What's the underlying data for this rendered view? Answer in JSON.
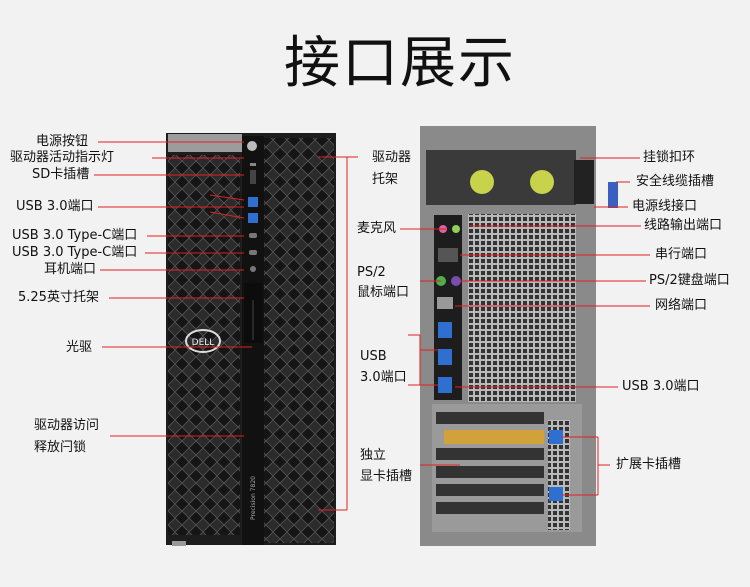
{
  "title": "接口展示",
  "front_labels": {
    "power_button": "电源按钮",
    "drive_activity": "驱动器活动指示灯",
    "sd_slot": "SD卡插槽",
    "usb30": "USB 3.0端口",
    "usb_c_1": "USB 3.0 Type-C端口",
    "usb_c_2": "USB 3.0 Type-C端口",
    "headphone": "耳机端口",
    "bay_525": "5.25英寸托架",
    "optical": "光驱",
    "release_line1": "驱动器访问",
    "release_line2": "释放闩锁",
    "drive_tray_line1": "驱动器",
    "drive_tray_line2": "托架"
  },
  "rear_labels": {
    "mic": "麦克风",
    "ps2_mouse_line1": "PS/2",
    "ps2_mouse_line2": "鼠标端口",
    "usb_left_line1": "USB",
    "usb_left_line2": "3.0端口",
    "gpu_line1": "独立",
    "gpu_line2": "显卡插槽",
    "lock_ring": "挂锁扣环",
    "cable_slot": "安全线缆插槽",
    "power_conn": "电源线接口",
    "line_out": "线路输出端口",
    "serial": "串行端口",
    "ps2_kb": "PS/2键盘端口",
    "network": "网络端口",
    "usb_right": "USB 3.0端口",
    "expansion": "扩展卡插槽"
  },
  "brand_logo": "DELL",
  "model_text": "Precision 7820",
  "colors": {
    "line": "#e02020",
    "body": "#1a1a1a",
    "mesh": "#3a3a3a",
    "chassis": "#8c8c8c",
    "usb_blue": "#2f6fd0",
    "green": "#4db04d",
    "purple": "#7a4db0"
  }
}
